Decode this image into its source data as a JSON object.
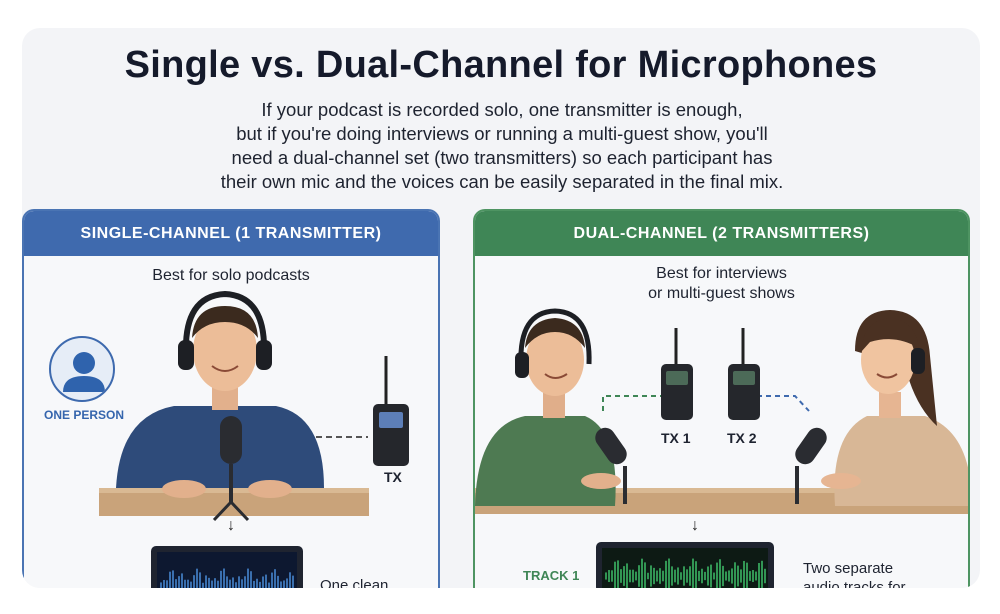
{
  "title": "Single vs. Dual-Channel for Microphones",
  "intro": [
    "If your podcast is recorded solo, one transmitter is enough,",
    "but if you're doing interviews or running a multi-guest show, you'll",
    "need a dual-channel set (two transmitters) so each participant has",
    "their own mic and the voices can be easily separated in the final mix."
  ],
  "colors": {
    "single_accent": "#3f6aae",
    "dual_accent": "#3f8656",
    "waveform": "#4a8cd8",
    "waveform_dual": "#3fbf6a"
  },
  "left": {
    "header": "SINGLE-CHANNEL (1 TRANSMITTER)",
    "best_for": "Best for solo podcasts",
    "person_label": "ONE PERSON",
    "tx_label": "TX",
    "note": "One clean",
    "icons": [
      "person-icon",
      "transmitter-icon",
      "microphone-icon",
      "headphones-icon",
      "laptop-icon"
    ]
  },
  "right": {
    "header": "DUAL-CHANNEL (2 TRANSMITTERS)",
    "best_for": [
      "Best for interviews",
      "or multi-guest shows"
    ],
    "tx1_label": "TX 1",
    "tx2_label": "TX 2",
    "track_label": "TRACK 1",
    "note": [
      "Two separate",
      "audio tracks for"
    ]
  },
  "arrow": "↓"
}
